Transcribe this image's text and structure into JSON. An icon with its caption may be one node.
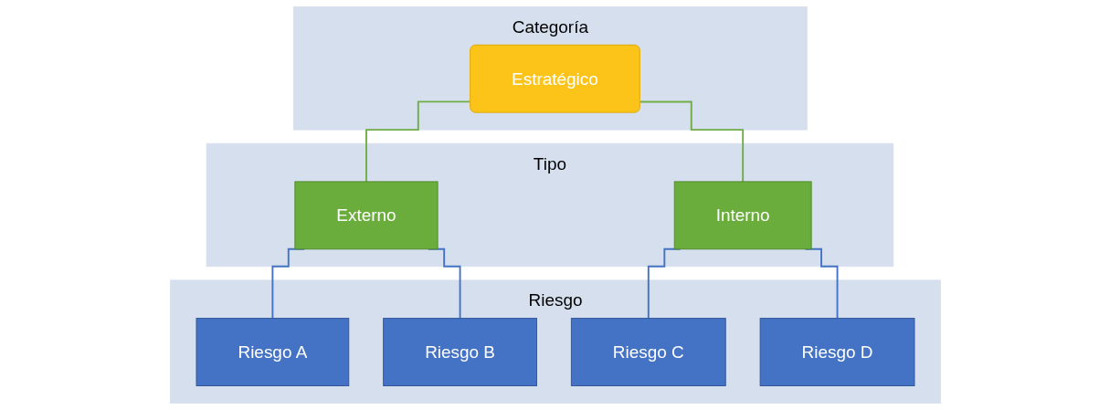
{
  "diagram": {
    "nodes": [
      {
        "text": [
          "Categoría"
        ]
      },
      {
        "text": [
          "Estratégico"
        ],
        "in": 0
      },
      {
        "text": [
          "Tipo"
        ]
      },
      {
        "text": [
          "Externo"
        ],
        "in": 2
      },
      {
        "text": [
          "Interno"
        ],
        "in": 2
      },
      {
        "text": [
          "Riesgo"
        ]
      },
      {
        "text": [
          "Riesgo A"
        ],
        "in": 5
      },
      {
        "text": [
          "Riesgo B"
        ],
        "in": 5
      },
      {
        "text": [
          "Riesgo C"
        ],
        "in": 5
      },
      {
        "text": [
          "Riesgo D"
        ],
        "in": 5
      }
    ],
    "edges": [
      {
        "from": 1,
        "to": 3,
        "arrow": "none",
        "color": "#70ad47"
      },
      {
        "from": 1,
        "to": 4,
        "arrow": "none",
        "color": "#70ad47"
      },
      {
        "from": 3,
        "to": 6,
        "arrow": "none"
      },
      {
        "from": 3,
        "to": 7,
        "arrow": "none"
      },
      {
        "from": 4,
        "to": 8,
        "arrow": "none"
      },
      {
        "from": 4,
        "to": 9,
        "arrow": "none"
      }
    ]
  }
}
